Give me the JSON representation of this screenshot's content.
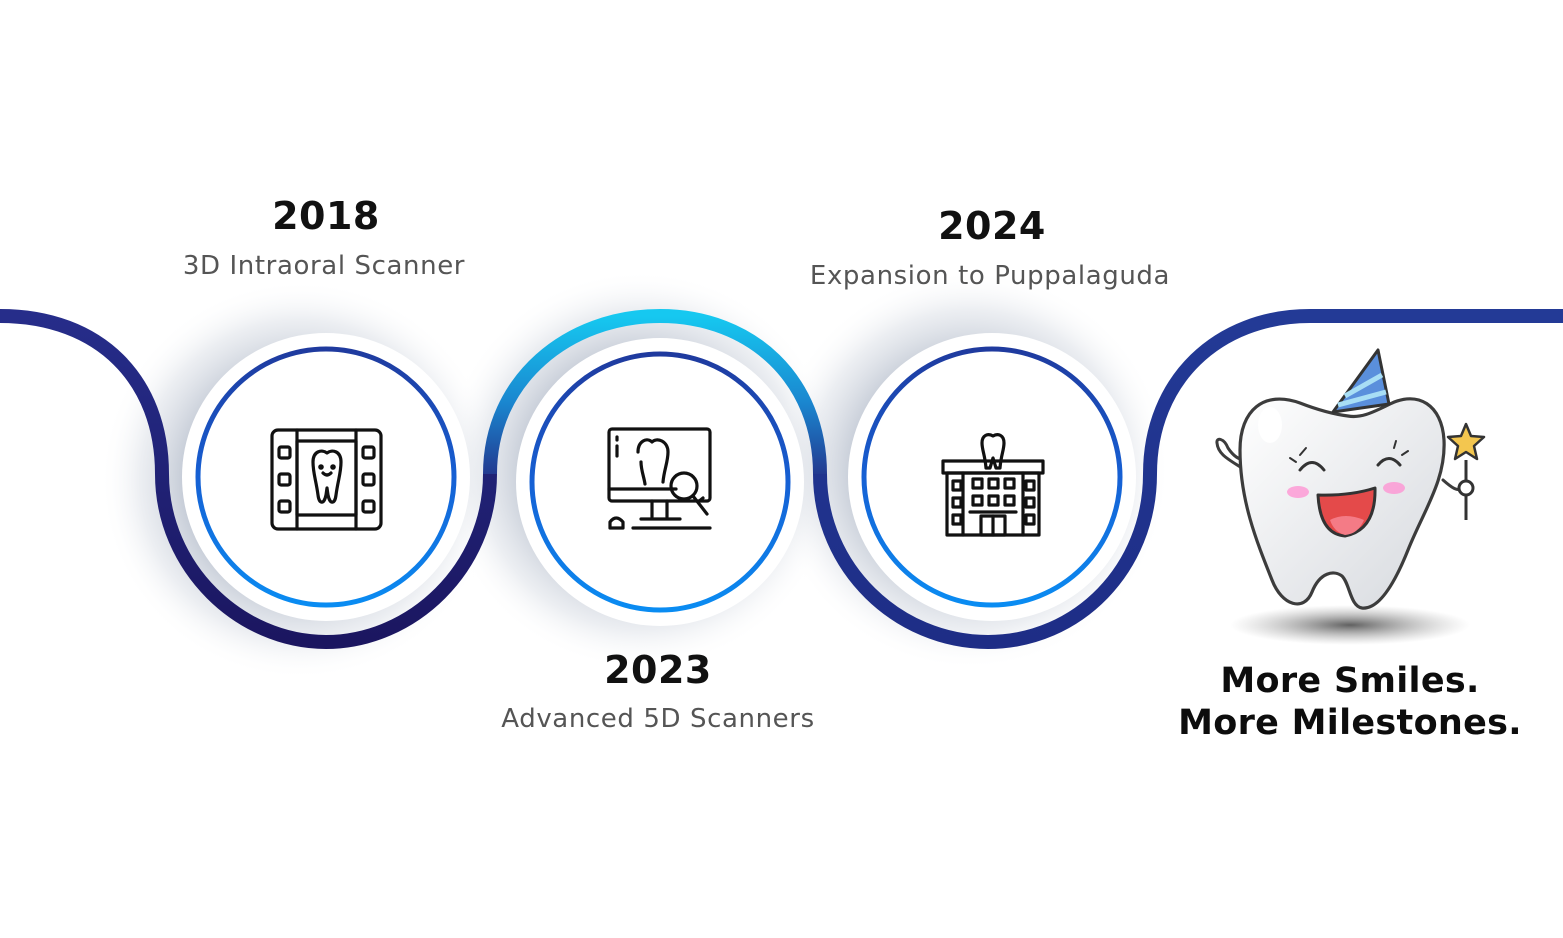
{
  "milestones": [
    {
      "year": "2018",
      "description": "3D Intraoral Scanner",
      "icon": "tooth-xray-film-icon"
    },
    {
      "year": "2023",
      "description": "Advanced 5D Scanners",
      "icon": "dental-scan-monitor-icon"
    },
    {
      "year": "2024",
      "description": "Expansion to Puppalaguda",
      "icon": "dental-clinic-building-icon"
    }
  ],
  "tagline": {
    "line1": "More Smiles.",
    "line2": "More Milestones."
  },
  "mascot": "party-tooth-mascot",
  "colors": {
    "navy": "#22287a",
    "deep_navy": "#1c1a60",
    "cyan": "#15c4ee",
    "ring_top": "#1f3fa6",
    "ring_bottom": "#0a86f0",
    "icon_stroke": "#111111"
  }
}
